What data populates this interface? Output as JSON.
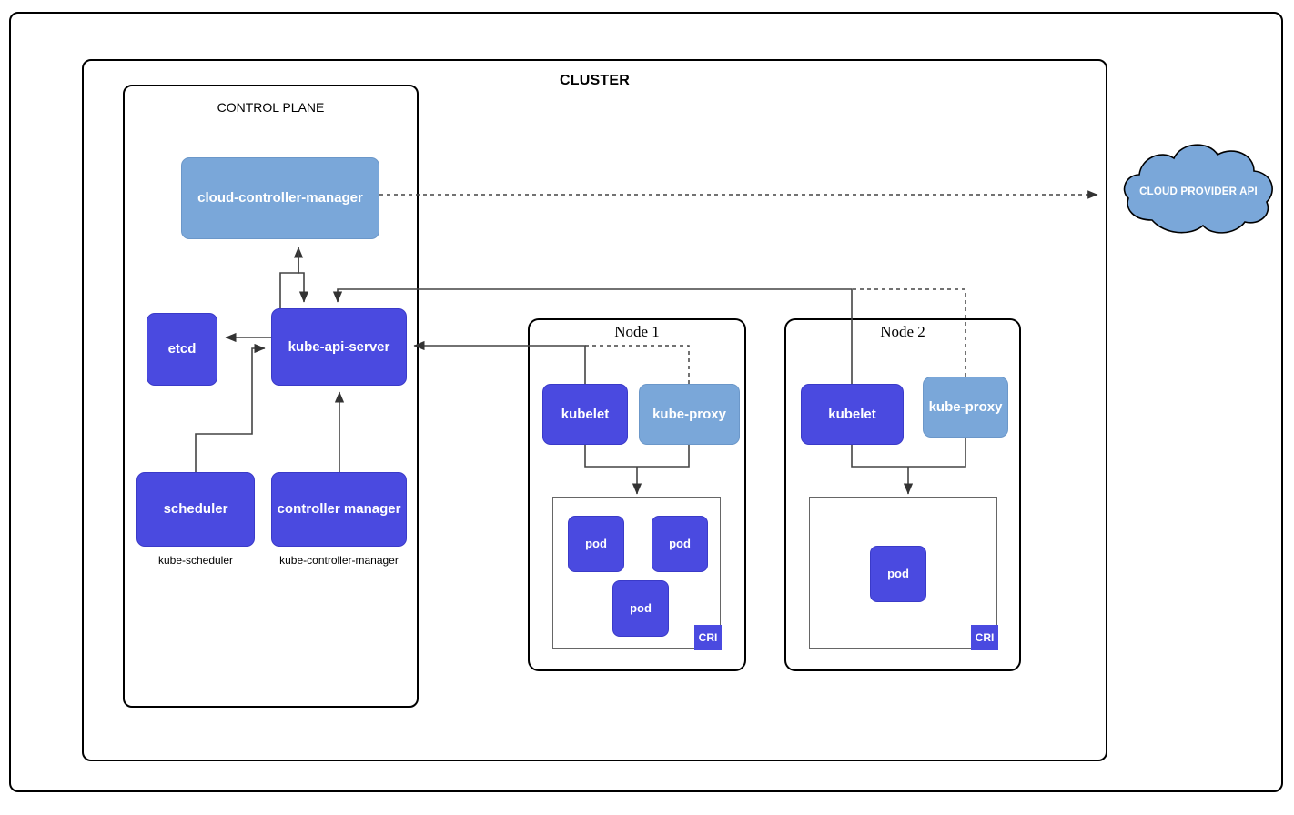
{
  "diagram": {
    "type": "kubernetes-architecture",
    "outer_frame_label": "",
    "cluster": {
      "title": "CLUSTER",
      "control_plane": {
        "title": "CONTROL PLANE",
        "components": [
          {
            "id": "cloud-controller-manager",
            "label": "cloud-controller-manager",
            "style": "light-blue",
            "caption": ""
          },
          {
            "id": "etcd",
            "label": "etcd",
            "style": "dark-blue",
            "caption": ""
          },
          {
            "id": "kube-api-server",
            "label": "kube-api-server",
            "style": "dark-blue",
            "caption": ""
          },
          {
            "id": "scheduler",
            "label": "scheduler",
            "style": "dark-blue",
            "caption": "kube-scheduler"
          },
          {
            "id": "controller-manager",
            "label": "controller manager",
            "style": "dark-blue",
            "caption": "kube-controller-manager"
          }
        ]
      },
      "nodes": [
        {
          "id": "node-1",
          "title": "Node 1",
          "kubelet_label": "kubelet",
          "kube_proxy_label": "kube-proxy",
          "runtime_badge": "CRI",
          "pods": [
            {
              "label": "pod"
            },
            {
              "label": "pod"
            },
            {
              "label": "pod"
            }
          ],
          "pod_count": 3
        },
        {
          "id": "node-2",
          "title": "Node 2",
          "kubelet_label": "kubelet",
          "kube_proxy_label": "kube-proxy",
          "runtime_badge": "CRI",
          "pods": [
            {
              "label": "pod"
            }
          ],
          "pod_count": 1
        }
      ]
    },
    "external": {
      "cloud_provider": {
        "label": "CLOUD PROVIDER API",
        "shape": "cloud-icon",
        "fill": "#7aa7d9",
        "stroke": "#000000"
      }
    },
    "colors": {
      "dark_blue": "#4a4ae0",
      "light_blue": "#7aa7d9",
      "line": "#444444",
      "border": "#000000",
      "background": "#ffffff"
    },
    "connections": [
      {
        "from": "cloud-controller-manager",
        "to": "cloud-provider-api",
        "style": "dashed",
        "arrow": "end"
      },
      {
        "from": "kube-api-server",
        "to": "cloud-controller-manager",
        "style": "solid",
        "arrow": "both"
      },
      {
        "from": "kube-api-server",
        "to": "etcd",
        "style": "solid",
        "arrow": "end"
      },
      {
        "from": "scheduler",
        "to": "kube-api-server",
        "style": "solid",
        "arrow": "end"
      },
      {
        "from": "controller-manager",
        "to": "kube-api-server",
        "style": "solid",
        "arrow": "end"
      },
      {
        "from": "node-1-kubelet",
        "to": "kube-api-server",
        "style": "solid",
        "arrow": "end"
      },
      {
        "from": "node-2-kubelet",
        "to": "kube-api-server",
        "style": "solid",
        "arrow": "end"
      },
      {
        "from": "node-1-kube-proxy",
        "to": "kube-api-server",
        "style": "dashed",
        "arrow": "none"
      },
      {
        "from": "node-2-kube-proxy",
        "to": "kube-api-server",
        "style": "dashed",
        "arrow": "none"
      },
      {
        "from": "node-1-kubelet-proxy",
        "to": "node-1-cri",
        "style": "solid",
        "arrow": "end"
      },
      {
        "from": "node-2-kubelet-proxy",
        "to": "node-2-cri",
        "style": "solid",
        "arrow": "end"
      }
    ]
  }
}
